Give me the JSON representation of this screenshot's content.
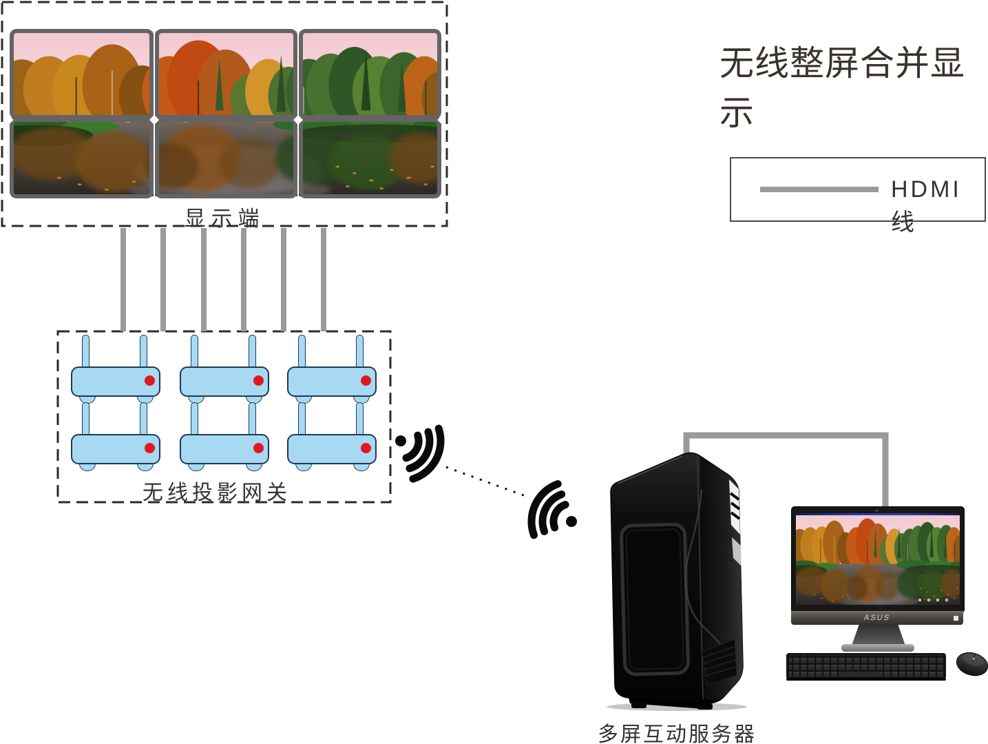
{
  "title": {
    "text": "无线整屏合并显示"
  },
  "legend": {
    "label": "HDMI线",
    "line_color": "#9a9a9a"
  },
  "display_wall": {
    "label": "显示端",
    "rows": 2,
    "cols": 3,
    "tile_count": 6,
    "frame_color": "#646464",
    "scene": "autumn-forest-lake-reflection"
  },
  "gateways": {
    "label": "无线投影网关",
    "device_count": 6,
    "rows": 2,
    "cols": 3,
    "body_color": "#a8d9f2",
    "led_color": "#e0191f"
  },
  "connections": {
    "hdmi_lines_to_wall": 6,
    "cable_color": "#9a9a9a",
    "wireless_link": true
  },
  "server": {
    "label": "多屏互动服务器",
    "monitor_brand": "ASUS"
  },
  "icons": {
    "left": "wifi-signal-icon",
    "right": "wifi-signal-icon"
  }
}
